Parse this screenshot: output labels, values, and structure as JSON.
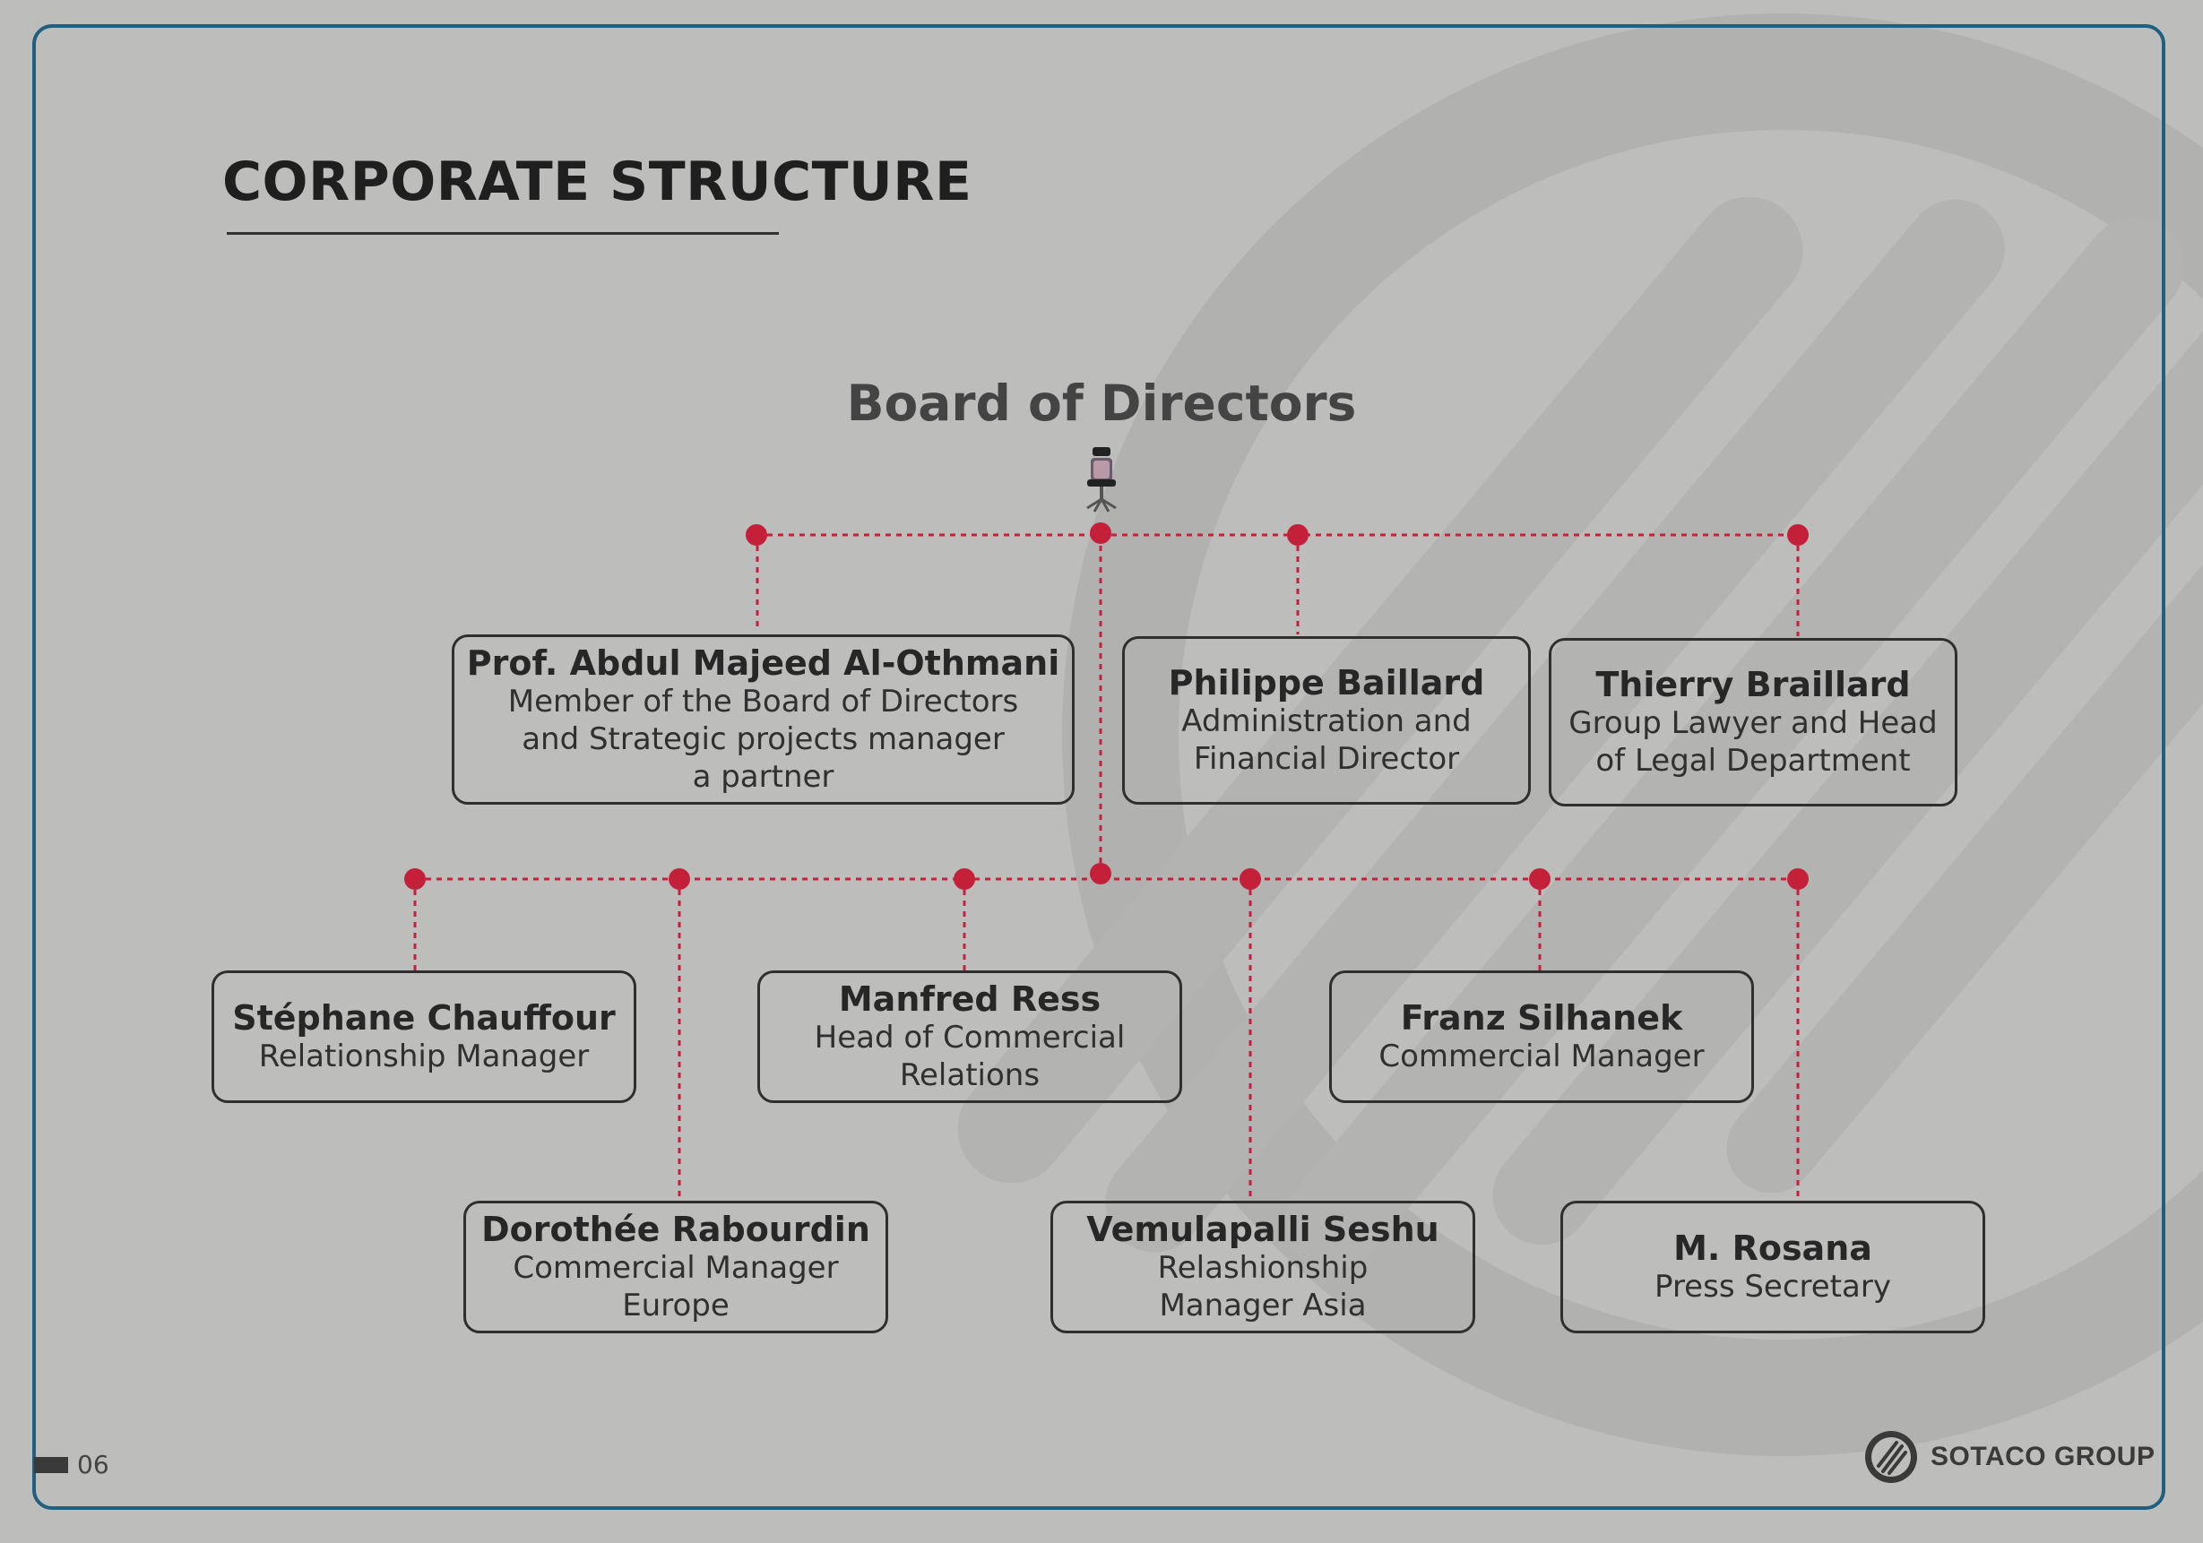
{
  "page": {
    "title": "CORPORATE STRUCTURE",
    "page_number": "06",
    "brand": "SOTACO GROUP"
  },
  "board": {
    "label": "Board of Directors",
    "icon": "office-chair-icon"
  },
  "people": [
    {
      "id": "al-othmani",
      "name": "Prof. Abdul Majeed Al-Othmani",
      "role": [
        "Member of the Board of Directors",
        "and Strategic projects manager",
        "a partner"
      ]
    },
    {
      "id": "baillard",
      "name": "Philippe Baillard",
      "role": [
        "Administration and",
        "Financial Director"
      ]
    },
    {
      "id": "braillard",
      "name": "Thierry Braillard",
      "role": [
        "Group Lawyer and Head",
        "of Legal Department"
      ]
    },
    {
      "id": "chauffour",
      "name": "Stéphane Chauffour",
      "role": [
        "Relationship Manager"
      ]
    },
    {
      "id": "ress",
      "name": "Manfred Ress",
      "role": [
        "Head of Commercial",
        "Relations"
      ]
    },
    {
      "id": "silhanek",
      "name": "Franz Silhanek",
      "role": [
        "Commercial Manager"
      ]
    },
    {
      "id": "rabourdin",
      "name": "Dorothée Rabourdin",
      "role": [
        "Commercial Manager",
        "Europe"
      ]
    },
    {
      "id": "seshu",
      "name": "Vemulapalli Seshu",
      "role": [
        "Relashionship",
        "Manager Asia"
      ]
    },
    {
      "id": "rosana",
      "name": "M. Rosana",
      "role": [
        "Press Secretary"
      ]
    }
  ],
  "colors": {
    "connector": "#c4203a",
    "frame": "#1f5f80",
    "background": "#bdbebc"
  }
}
